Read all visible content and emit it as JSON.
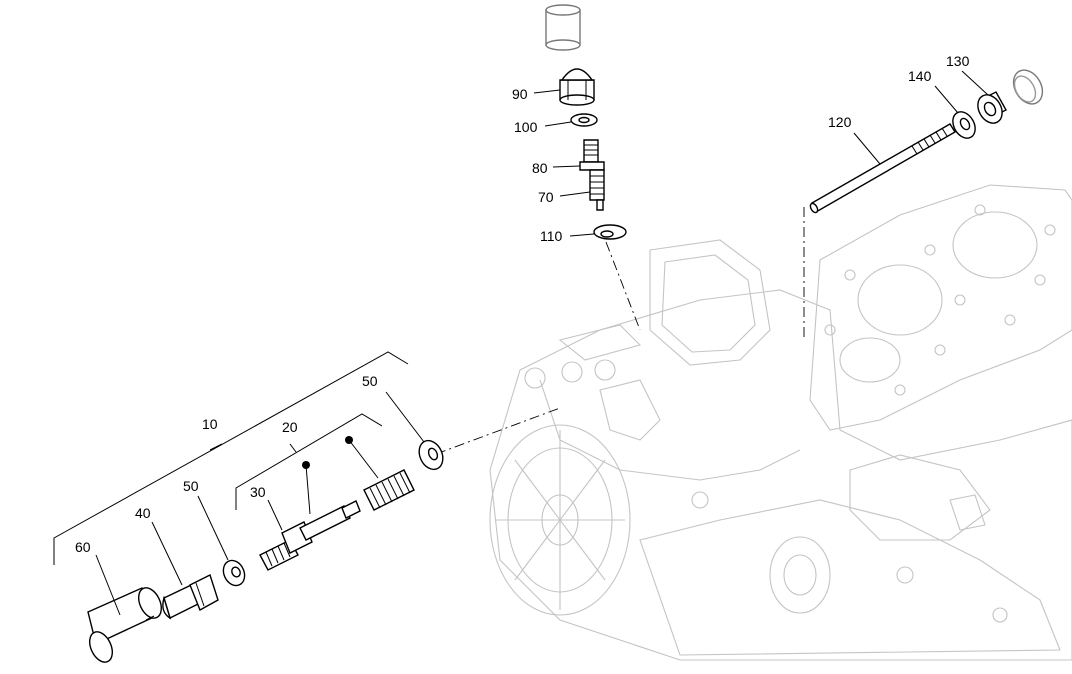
{
  "diagram": {
    "callouts": [
      {
        "id": "c10",
        "text": "10"
      },
      {
        "id": "c20",
        "text": "20"
      },
      {
        "id": "c30",
        "text": "30"
      },
      {
        "id": "c40",
        "text": "40"
      },
      {
        "id": "c50a",
        "text": "50"
      },
      {
        "id": "c50b",
        "text": "50"
      },
      {
        "id": "c60",
        "text": "60"
      },
      {
        "id": "c70",
        "text": "70"
      },
      {
        "id": "c80",
        "text": "80"
      },
      {
        "id": "c90",
        "text": "90"
      },
      {
        "id": "c100",
        "text": "100"
      },
      {
        "id": "c110",
        "text": "110"
      },
      {
        "id": "c120",
        "text": "120"
      },
      {
        "id": "c130",
        "text": "130"
      },
      {
        "id": "c140",
        "text": "140"
      }
    ]
  }
}
